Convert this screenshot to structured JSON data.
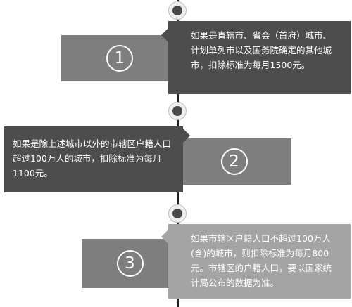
{
  "steps": [
    {
      "number": "1",
      "text": "如果是直辖市、省会（首府）城市、计划单列市以及国务院确定的其他城市，扣除标准为每月1500元。"
    },
    {
      "number": "2",
      "text": "如果是除上述城市以外的市辖区户籍人口超过100万人的城市，扣除标准为每月1100元。"
    },
    {
      "number": "3",
      "text": "如果市辖区户籍人口不超过100万人(含)的城市，则扣除标准为每月800元。市辖区的户籍人口，要以国家统计局公布的数据为准。"
    }
  ]
}
